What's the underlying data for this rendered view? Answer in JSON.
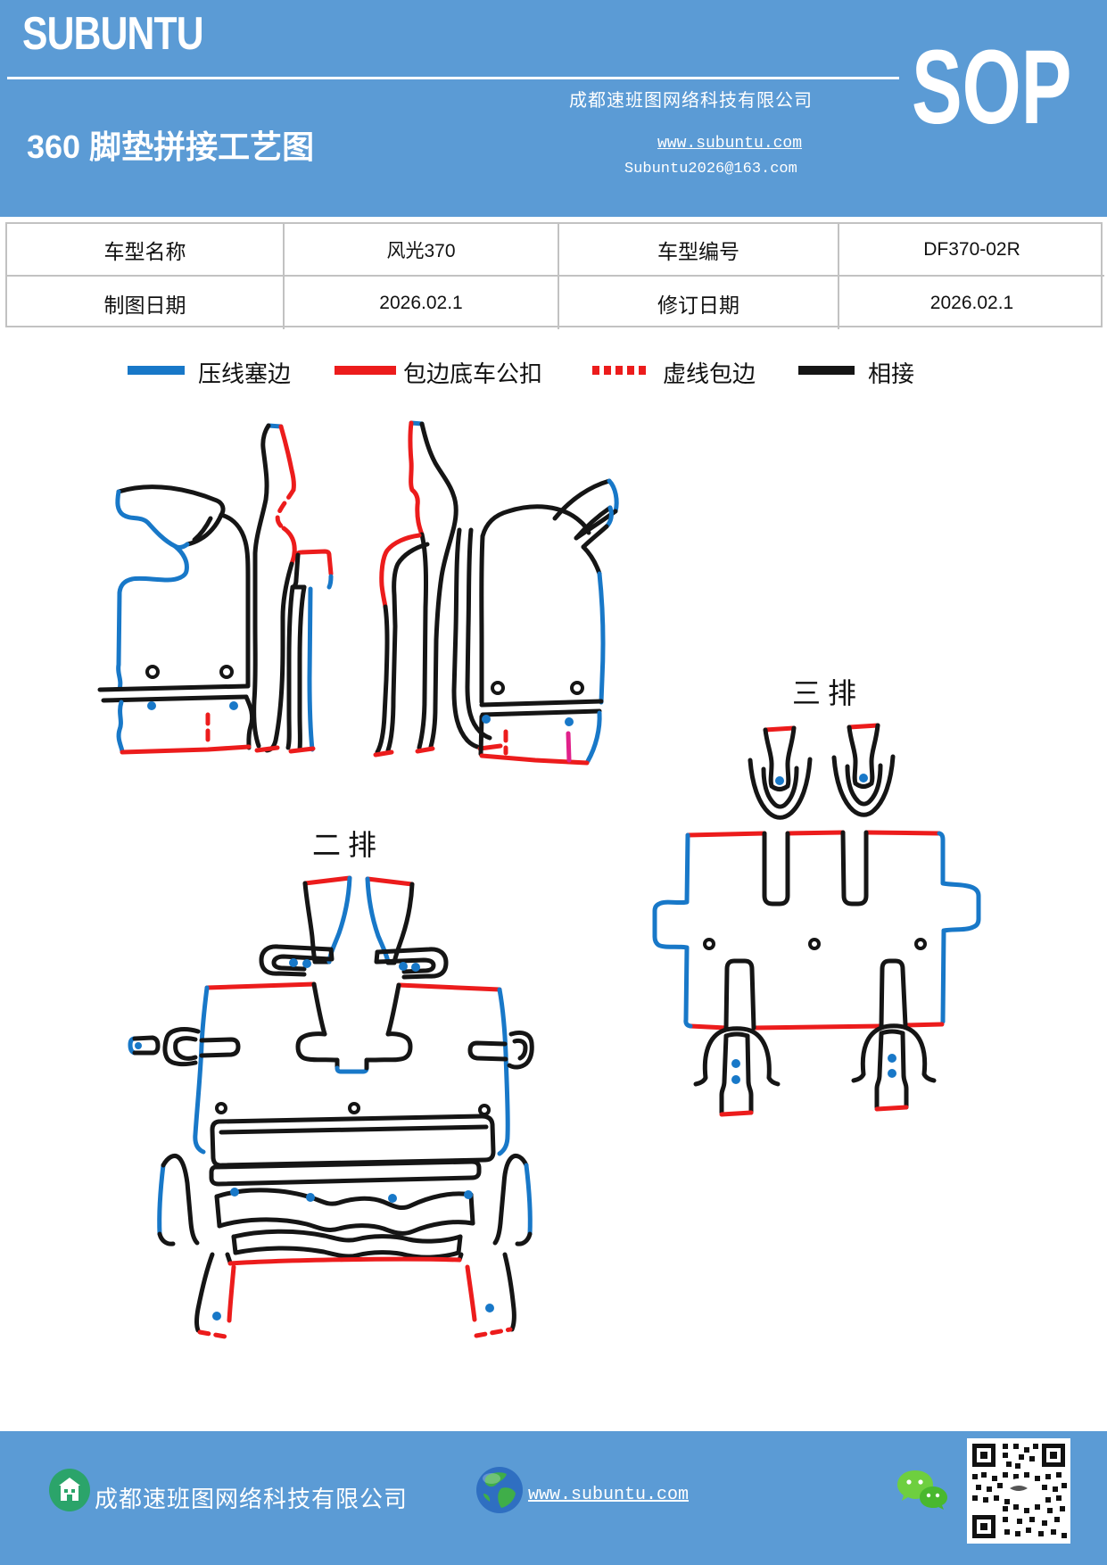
{
  "header": {
    "logo": "SUBUNTU",
    "company": "成都速班图网络科技有限公司",
    "badge": "SOP",
    "title": "360 脚垫拼接工艺图",
    "website": "www.subuntu.com",
    "email": "Subuntu2026@163.com"
  },
  "info_table": {
    "rows": [
      {
        "label1": "车型名称",
        "value1": "风光370",
        "label2": "车型编号",
        "value2": "DF370-02R"
      },
      {
        "label1": "制图日期",
        "value1": "2026.02.1",
        "label2": "修订日期",
        "value2": "2026.02.1"
      }
    ]
  },
  "legend": {
    "items": [
      {
        "label": "压线塞边",
        "color": "#1878c8",
        "style": "solid"
      },
      {
        "label": "包边底车公扣",
        "color": "#ec1c1c",
        "style": "solid"
      },
      {
        "label": "虚线包边",
        "color": "#ec1c1c",
        "style": "dashed"
      },
      {
        "label": "相接",
        "color": "#151515",
        "style": "solid"
      }
    ]
  },
  "diagram": {
    "row2_label": "二排",
    "row3_label": "三排",
    "colors": {
      "blue": "#1878c8",
      "red": "#ec1c1c",
      "black": "#151515",
      "magenta": "#e0218a"
    }
  },
  "footer": {
    "company": "成都速班图网络科技有限公司",
    "website": "www.subuntu.com"
  }
}
